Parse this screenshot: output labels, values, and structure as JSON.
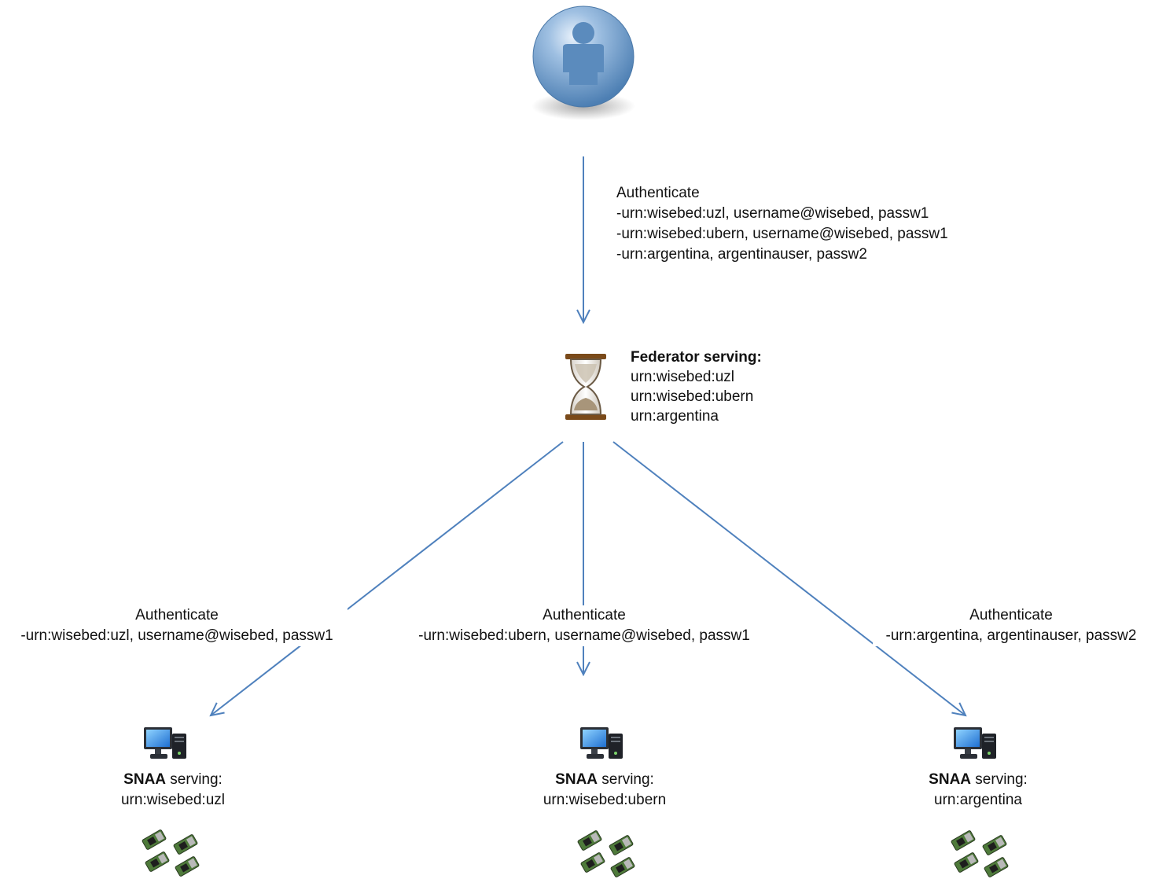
{
  "top_request": {
    "title": "Authenticate",
    "lines": [
      "-urn:wisebed:uzl, username@wisebed, passw1",
      "-urn:wisebed:ubern, username@wisebed, passw1",
      "-urn:argentina, argentinauser, passw2"
    ]
  },
  "federator": {
    "heading": "Federator serving:",
    "urns": [
      "urn:wisebed:uzl",
      "urn:wisebed:ubern",
      "urn:argentina"
    ]
  },
  "edges": [
    {
      "title": "Authenticate",
      "line": "-urn:wisebed:uzl, username@wisebed, passw1"
    },
    {
      "title": "Authenticate",
      "line": "-urn:wisebed:ubern, username@wisebed, passw1"
    },
    {
      "title": "Authenticate",
      "line": "-urn:argentina, argentinauser, passw2"
    }
  ],
  "snaa": [
    {
      "name": "SNAA",
      "suffix": " serving:",
      "urn": "urn:wisebed:uzl"
    },
    {
      "name": "SNAA",
      "suffix": " serving:",
      "urn": "urn:wisebed:ubern"
    },
    {
      "name": "SNAA",
      "suffix": " serving:",
      "urn": "urn:argentina"
    }
  ],
  "colors": {
    "arrow": "#4f81bd",
    "user_sphere": "#7aa6d2",
    "hourglass_frame": "#7a4a1a",
    "sensor_board": "#4e7a3a"
  },
  "icons": [
    "user-icon",
    "hourglass-icon",
    "computer-icon",
    "sensor-nodes-icon"
  ]
}
